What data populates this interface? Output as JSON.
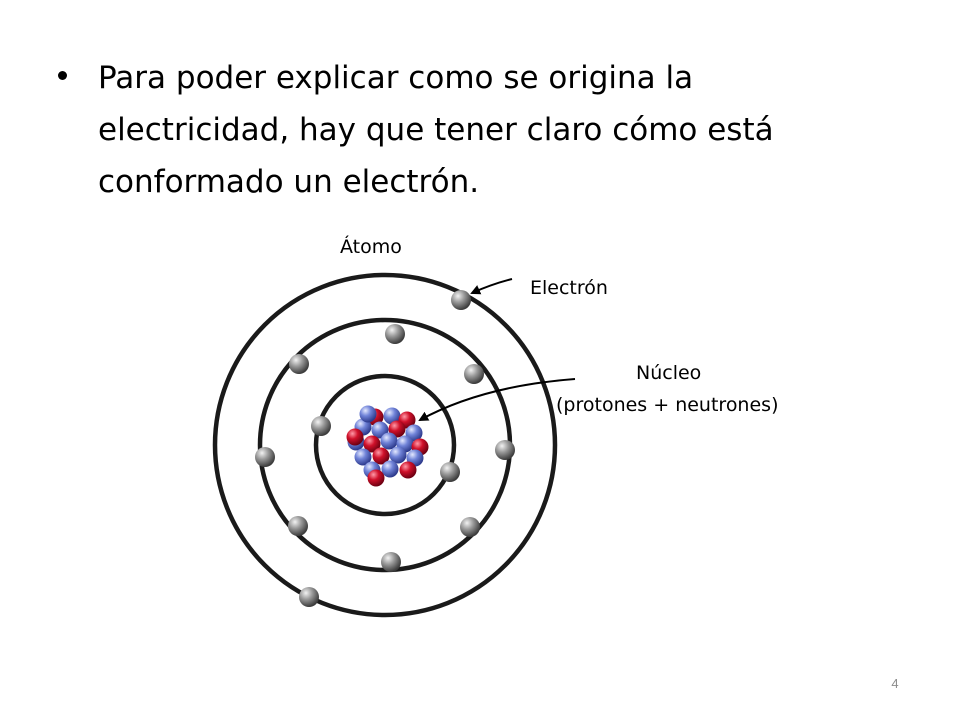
{
  "slide": {
    "bullet_text": "Para poder explicar como se origina la electricidad, hay que tener claro cómo está conformado un electrón.",
    "page_number": "4"
  },
  "diagram": {
    "title": "Átomo",
    "electron_label": "Electrón",
    "nucleus_label": "Núcleo",
    "nucleus_sublabel": "(protones + neutrones)",
    "colors": {
      "orbit": "#1a1a1a",
      "electron": "#7a7a7a",
      "proton": "#c8102e",
      "neutron": "#6d7fd6"
    }
  }
}
